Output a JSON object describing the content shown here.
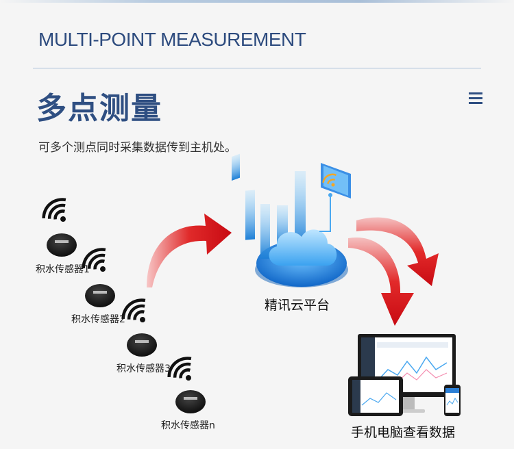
{
  "header": {
    "eng_title": "MULTI-POINT MEASUREMENT",
    "cn_title": "多点测量",
    "subtitle": "可多个测点同时采集数据传到主机处。"
  },
  "sensors": [
    {
      "label": "积水传感器1"
    },
    {
      "label": "积水传感器2"
    },
    {
      "label": "积水传感器3"
    },
    {
      "label": "积水传感器n"
    }
  ],
  "cloud": {
    "label": "精讯云平台"
  },
  "devices": {
    "label": "手机电脑查看数据"
  },
  "colors": {
    "title_blue": "#2f4f82",
    "arrow_red": "#d0101a",
    "cloud_blue": "#2a8fe0"
  },
  "icons": [
    "menu-icon",
    "wifi-icon",
    "sensor-icon",
    "cloud-icon",
    "arrow-icon",
    "monitor-icon",
    "tablet-icon",
    "phone-icon"
  ]
}
